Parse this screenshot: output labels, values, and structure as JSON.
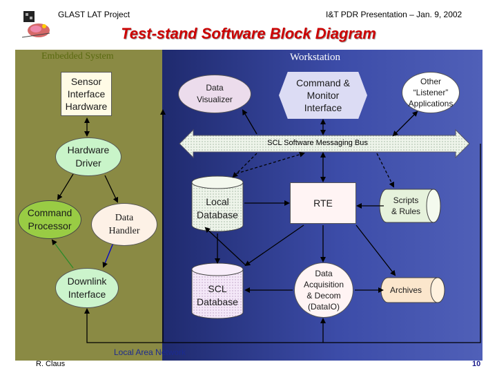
{
  "header": {
    "project": "GLAST LAT Project",
    "presentation": "I&T PDR Presentation – Jan. 9, 2002"
  },
  "title": "Test-stand Software Block Diagram",
  "regions": {
    "embedded": "Embedded System",
    "workstation": "Workstation"
  },
  "nodes": {
    "sensor": "Sensor\nInterface\nHardware",
    "hardware_driver": "Hardware\nDriver",
    "command_processor": "Command\nProcessor",
    "data_handler": "Data\nHandler",
    "downlink": "Downlink\nInterface",
    "data_visualizer": "Data\nVisualizer",
    "command_monitor": "Command &\nMonitor\nInterface",
    "other_listener": "Other\n“Listener”\nApplications",
    "scl_bus": "SCL Software Messaging Bus",
    "local_database": "Local\nDatabase",
    "rte": "RTE",
    "scripts_rules": "Scripts\n& Rules",
    "scl_database": "SCL\nDatabase",
    "data_acquisition": "Data\nAcquisition\n& Decom\n(DataIO)",
    "archives": "Archives"
  },
  "network": "Local Area Network",
  "footer": {
    "author": "R. Claus",
    "page": "10"
  },
  "colors": {
    "title": "#cc0000",
    "embedded_panel": "#8a8a44",
    "workstation_panel": "#2b3a8a",
    "bus": "#e8f0e0"
  }
}
